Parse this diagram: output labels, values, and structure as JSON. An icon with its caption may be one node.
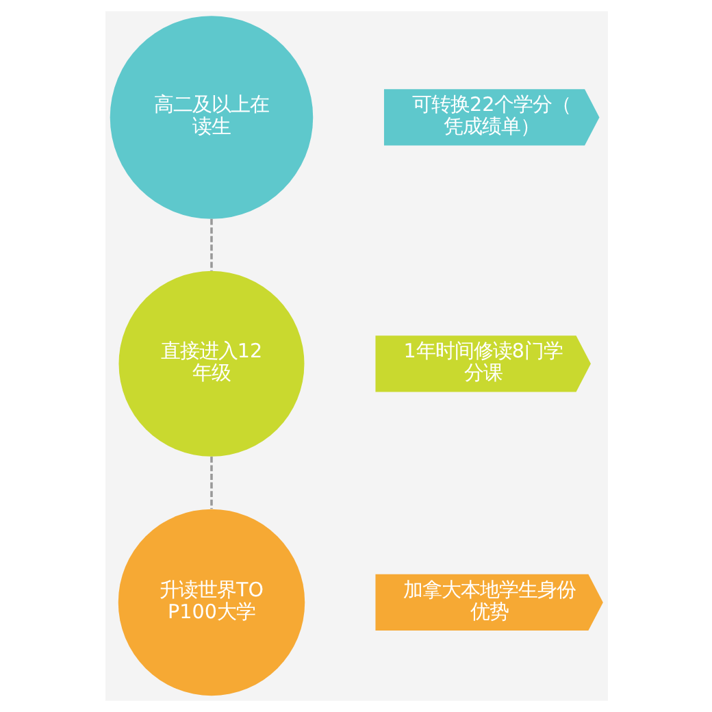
{
  "diagram": {
    "nodes": [
      {
        "text": [
          "高二及以上在读生"
        ]
      },
      {
        "text": [
          "可转换22个学分（凭成绩单）"
        ]
      },
      {
        "text": [
          "直接进入12年级"
        ]
      },
      {
        "text": [
          "1年时间修读8门学分课"
        ]
      },
      {
        "text": [
          "升读世界TOP100大学"
        ]
      },
      {
        "text": [
          "加拿大本地学生身份优势"
        ]
      }
    ],
    "edges": [
      {
        "from": 0,
        "to": 2,
        "arrow": "none",
        "style": "dashed"
      },
      {
        "from": 2,
        "to": 4,
        "arrow": "none",
        "style": "dashed"
      }
    ]
  }
}
